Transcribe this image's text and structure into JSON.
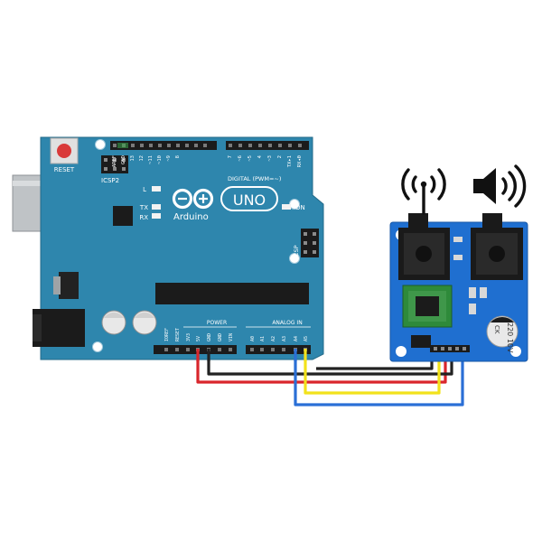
{
  "arduino": {
    "reset_label": "RESET",
    "icsp2_label": "ICSP2",
    "icsp_label": "ICSP",
    "led_l": "L",
    "led_tx": "TX",
    "led_rx": "RX",
    "led_on": "ON",
    "logo_uno": "UNO",
    "logo_arduino": "Arduino",
    "digital_label": "DIGITAL (PWM=~)",
    "power_label": "POWER",
    "analog_label": "ANALOG IN",
    "top_pin_labels": [
      "AREF",
      "GND",
      "13",
      "12",
      "~11",
      "~10",
      "~9",
      "8",
      "7",
      "~6",
      "~5",
      "4",
      "~3",
      "2",
      "TX▸1",
      "RX◂0"
    ],
    "power_pin_labels": [
      "IOREF",
      "RESET",
      "3V3",
      "5V",
      "GND",
      "GND",
      "VIN"
    ],
    "analog_pin_labels": [
      "A0",
      "A1",
      "A2",
      "A3",
      "A4",
      "A5"
    ]
  },
  "module": {
    "capacitor_label": "220 10V",
    "capacitor_brand": "CK"
  },
  "icons": {
    "antenna": "antenna-signal-icon",
    "speaker": "speaker-volume-icon"
  },
  "colors": {
    "board_blue": "#2e86ad",
    "module_blue": "#1f6fd0",
    "wire_red": "#d9262c",
    "wire_black": "#222222",
    "wire_yellow": "#f2e21b",
    "wire_blue": "#2a6fd6"
  }
}
